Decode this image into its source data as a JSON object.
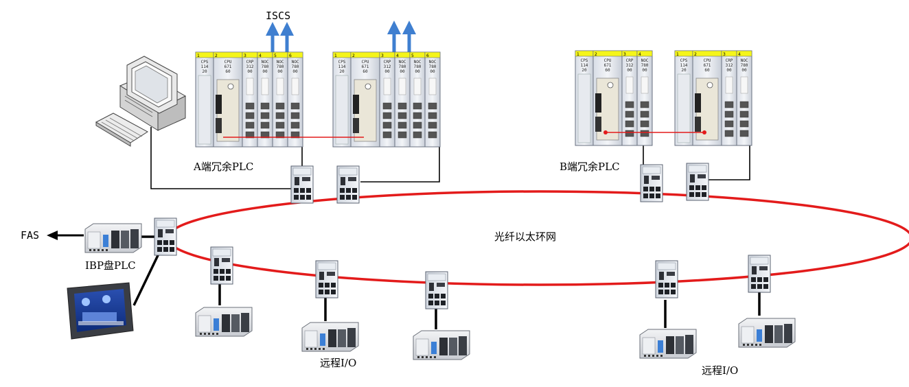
{
  "labels": {
    "iscs": "ISCS",
    "a_plc": "A端冗余PLC",
    "b_plc": "B端冗余PLC",
    "fas": "FAS",
    "ibp_plc": "IBP盘PLC",
    "ring": "光纤以太环网",
    "remote_io_1": "远程I/O",
    "remote_io_2": "远程I/O"
  },
  "rack_modules": {
    "cps": [
      "CPS",
      "114",
      "20"
    ],
    "cpu": [
      "CPU",
      "671",
      "60"
    ],
    "crp": [
      "CRP",
      "312",
      "00"
    ],
    "noc": [
      "NOC",
      "780",
      "00"
    ]
  },
  "colors": {
    "ring": "#e31b1b",
    "arrow": "#3f7fd0",
    "rack_header": "#f5f51a",
    "wire": "#000000"
  }
}
